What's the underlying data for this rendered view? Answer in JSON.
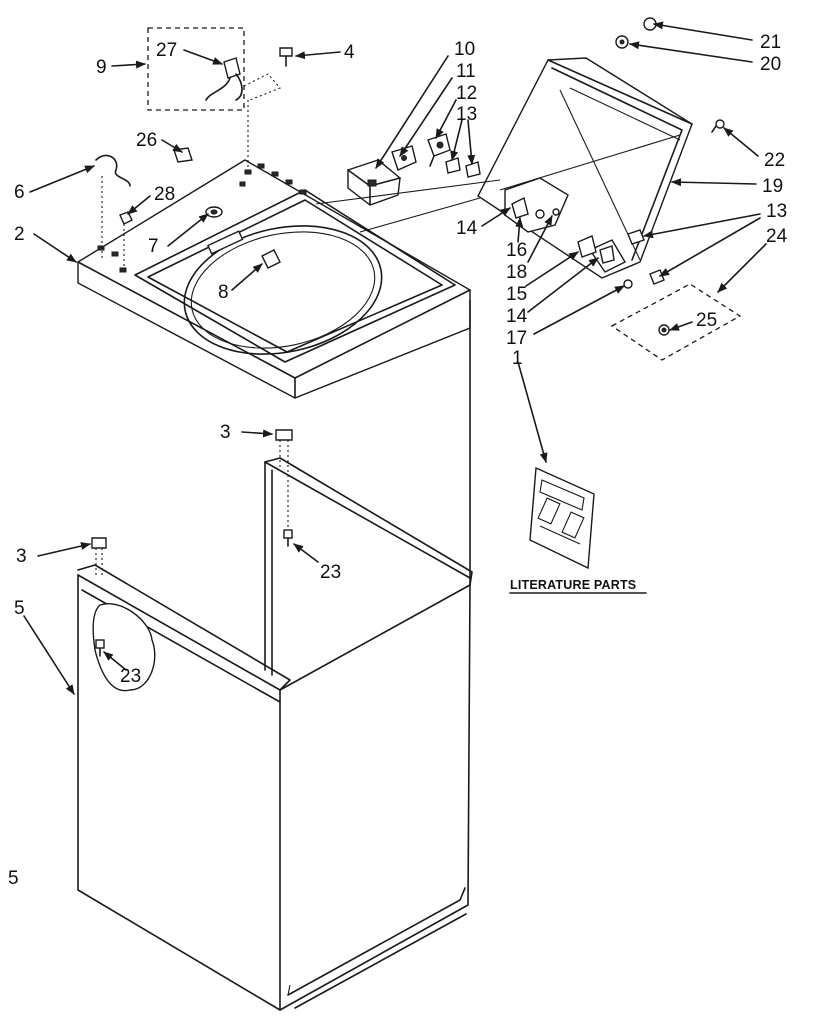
{
  "callouts": {
    "c1": "1",
    "c2": "2",
    "c3a": "3",
    "c3b": "3",
    "c4": "4",
    "c5a": "5",
    "c5b": "5",
    "c6": "6",
    "c7": "7",
    "c8": "8",
    "c9": "9",
    "c10": "10",
    "c11": "11",
    "c12": "12",
    "c13a": "13",
    "c13b": "13",
    "c14a": "14",
    "c14b": "14",
    "c15": "15",
    "c16": "16",
    "c17": "17",
    "c18": "18",
    "c19": "19",
    "c20": "20",
    "c21": "21",
    "c22": "22",
    "c23a": "23",
    "c23b": "23",
    "c24": "24",
    "c25": "25",
    "c26": "26",
    "c27": "27",
    "c28": "28"
  },
  "literature_caption": "LITERATURE PARTS",
  "colors": {
    "ink": "#1a1a1a",
    "paper": "#ffffff"
  }
}
